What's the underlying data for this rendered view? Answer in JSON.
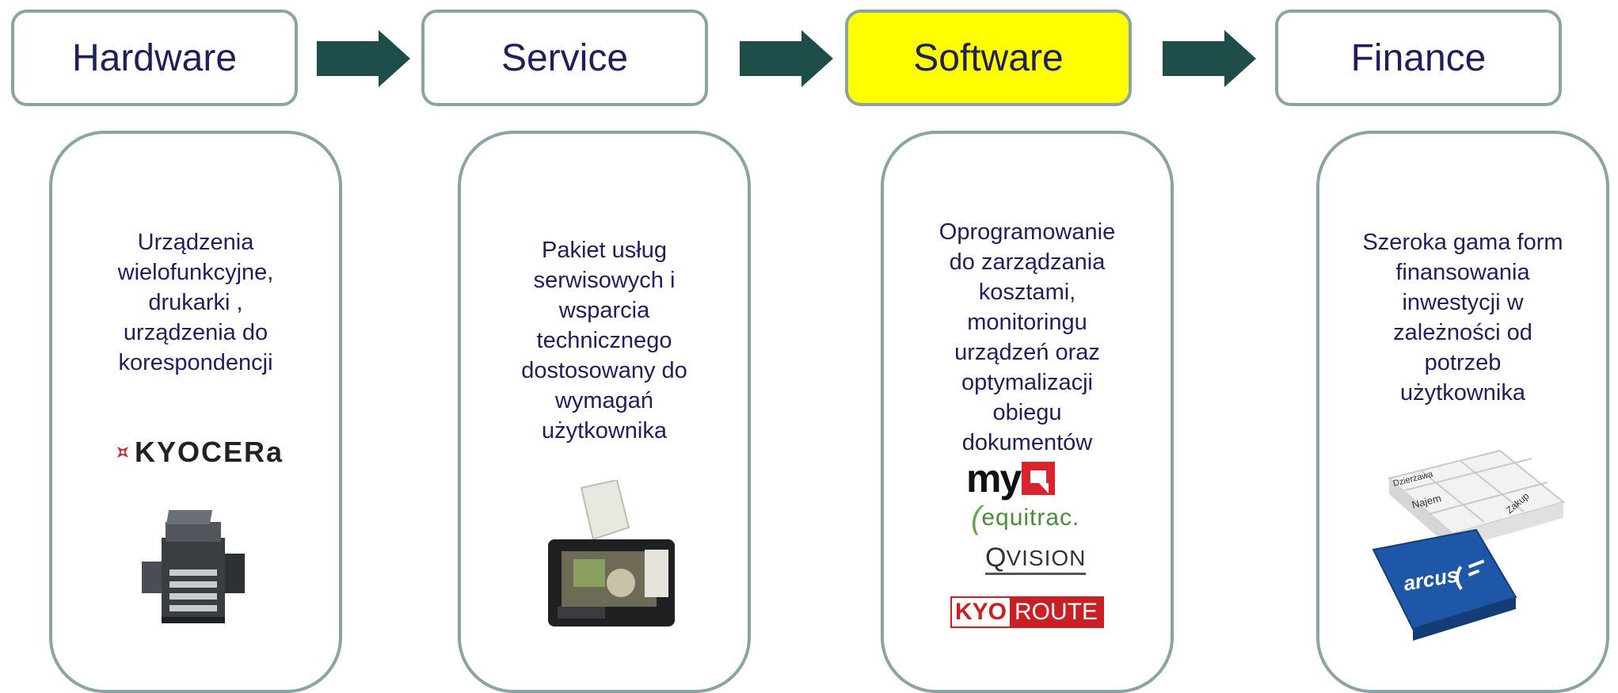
{
  "stages": [
    {
      "label": "Hardware"
    },
    {
      "label": "Service"
    },
    {
      "label": "Software"
    },
    {
      "label": "Finance"
    }
  ],
  "cards": [
    {
      "text": "Urządzenia\nwielofunkcyjne,\ndrukarki ,\nurządzenia do\nkorespondencji"
    },
    {
      "text": "Pakiet usług\nserwisowych i\nwsparcia\ntechnicznego\ndostosowany do\nwymagań\nużytkownika"
    },
    {
      "text": "Oprogramowanie\ndo zarządzania\nkosztami,\nmonitoringu\nurządzeń oraz\noptymalizacji\nobiegu\ndokumentów"
    },
    {
      "text": "Szeroka gama form\nfinansowania\ninwestycji w\nzależności od\npotrzeb\nużytkownika"
    }
  ],
  "logos": {
    "kyocera": "KYOCERa",
    "myq": "my",
    "equitrac": "equitrac.",
    "qvision": "VISION",
    "qvision_q": "Q",
    "kyoroute_a": "KYO",
    "kyoroute_b": "ROUTE",
    "arcus": "arcus",
    "puzzle_words": [
      "Dzierżawa",
      "Najem",
      "Zakup"
    ]
  },
  "colors": {
    "border": "#8aa4a4",
    "text": "#1f1f5c",
    "arrow": "#1f4d4a",
    "highlight": "#ffff00"
  }
}
